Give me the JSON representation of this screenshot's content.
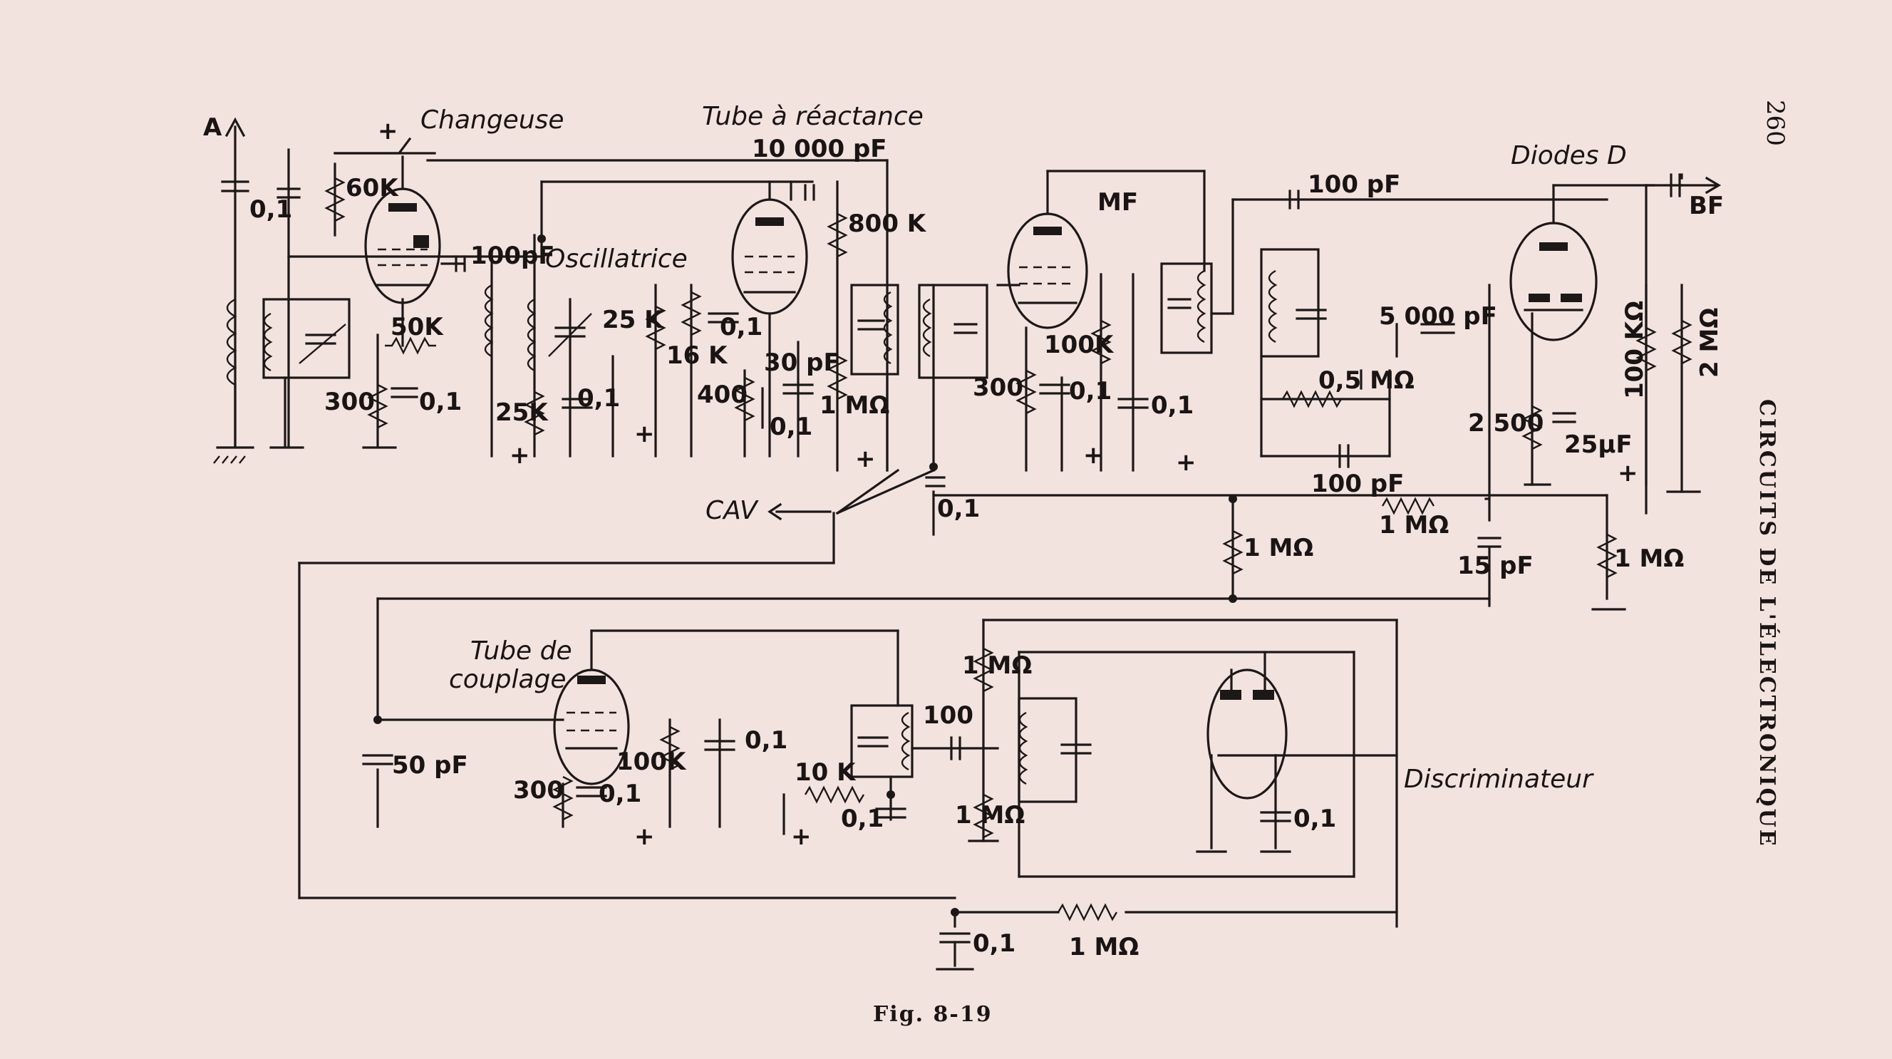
{
  "page_number": "260",
  "side_header": "CIRCUITS DE L'ÉLECTRONIQUE",
  "figure_caption": "Fig. 8-19",
  "stage_labels": {
    "changeuse": "Changeuse",
    "tube_reactance": "Tube à réactance",
    "oscillatrice": "Oscillatrice",
    "mf": "MF",
    "diodes": "Diodes D",
    "tube_couplage_1": "Tube de",
    "tube_couplage_2": "couplage",
    "discriminateur": "Discriminateur"
  },
  "terminals": {
    "antenna": "A",
    "bf": "BF",
    "cav": "CAV",
    "plus": "+"
  },
  "components": {
    "c_ant": "0,1",
    "r_60k": "60K",
    "r_50k": "50K",
    "r_300_a": "300",
    "c_01_a": "0,1",
    "c_100pf_a": "100pF",
    "c_10000pf": "10 000 pF",
    "r_800k": "800 K",
    "r_25k_a": "25 K",
    "r_25k_b": "25K",
    "c_01_b": "0,1",
    "r_16k": "16 K",
    "c_01_c": "0,1",
    "r_400": "400",
    "c_01_d": "0,1",
    "c_30pf": "30 pF",
    "r_1m_a": "1 MΩ",
    "c_01_cav": "0,1",
    "r_100k_mf": "100K",
    "r_300_mf": "300",
    "c_01_mf": "0,1",
    "c_01_mf2": "0,1",
    "c_100pf_b": "100 pF",
    "c_5000pf": "5 000 pF",
    "r_05m": "0,5 MΩ",
    "r_2500": "2 500",
    "c_25uf": "25μF",
    "c_100pf_c": "100 pF",
    "r_100kohm": "100 KΩ",
    "r_2mohm": "2 MΩ",
    "r_1m_b": "1 MΩ",
    "r_1m_c": "1 MΩ",
    "c_15pf": "15 pF",
    "r_1m_d": "1 MΩ",
    "c_50pf": "50 pF",
    "r_300_c": "300",
    "c_01_e": "0,1",
    "r_100k_c": "100K",
    "c_01_f": "0,1",
    "c_100": "100",
    "r_10k": "10 K",
    "c_01_g": "0,1",
    "r_1m_e": "1 MΩ",
    "r_1m_f": "1 MΩ",
    "c_01_h": "0,1",
    "c_01_bot": "0,1",
    "r_1m_bot": "1 MΩ"
  }
}
